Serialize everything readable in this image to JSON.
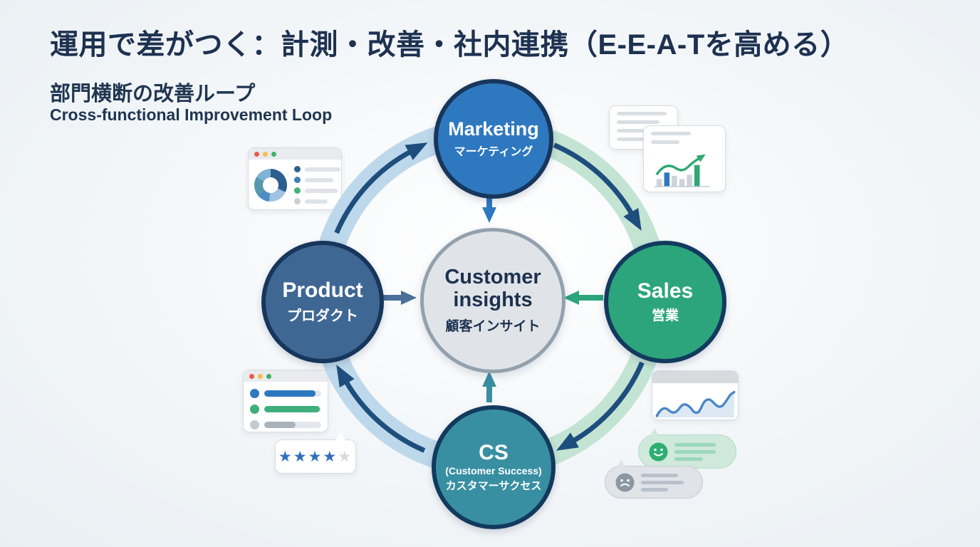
{
  "slide": {
    "title": "運用で差がつく：計測・改善・社内連携（E-E-A-Tを高める）",
    "subtitle_ja": "部門横断の改善ループ",
    "subtitle_en": "Cross-functional Improvement Loop"
  },
  "diagram": {
    "type": "cycle-diagram",
    "direction": "clockwise",
    "center": {
      "label_line1": "Customer",
      "label_line2": "insights",
      "label_ja": "顧客インサイト",
      "fill": "#e0e4e8",
      "border": "#93a0ad"
    },
    "nodes": [
      {
        "id": "marketing",
        "label": "Marketing",
        "label_ja": "マーケティング",
        "color": "#2e78bf",
        "position": "top"
      },
      {
        "id": "sales",
        "label": "Sales",
        "label_ja": "営業",
        "color": "#2ca57c",
        "position": "right"
      },
      {
        "id": "cs",
        "label": "CS",
        "label_sub": "(Customer Success)",
        "label_ja": "カスタマーサクセス",
        "color": "#398fa2",
        "position": "bottom"
      },
      {
        "id": "product",
        "label": "Product",
        "label_ja": "プロダクト",
        "color": "#3f6794",
        "position": "left"
      }
    ],
    "loop_colors": {
      "left_arc": "#bed8eb",
      "right_arc": "#c3e4d3",
      "arrow": "#1d4e7d"
    }
  },
  "decorations": {
    "rating": {
      "stars_filled": "★★★★",
      "star_empty": "★",
      "value": 4,
      "max": 5
    },
    "icons": [
      "analytics-window-icon",
      "donut-chart-icon",
      "report-doc-icon",
      "bar-chart-icon",
      "trend-arrow-icon",
      "task-list-icon",
      "star-rating-icon",
      "line-chart-icon",
      "smiley-face-icon",
      "sad-face-icon"
    ],
    "accent_colors": {
      "blue": "#2e78bf",
      "green": "#2fa874",
      "gray": "#ccd3da"
    }
  }
}
